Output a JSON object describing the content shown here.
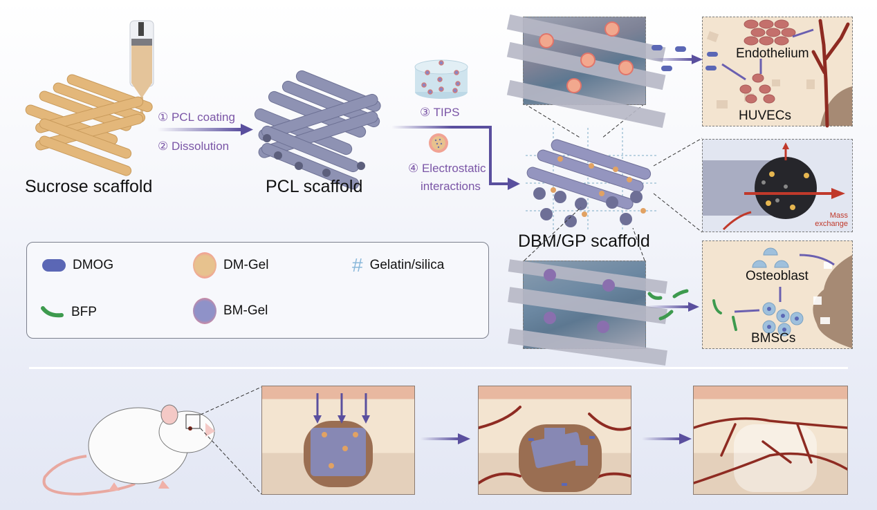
{
  "stages": {
    "sucrose": "Sucrose scaffold",
    "pcl": "PCL scaffold",
    "dbm": "DBM/GP scaffold"
  },
  "steps": {
    "s1": "① PCL coating",
    "s2": "② Dissolution",
    "s3": "③ TIPS",
    "s4_line1": "④ Electrostatic",
    "s4_line2": "interactions"
  },
  "panels": {
    "angio": {
      "top": "Endothelium",
      "bottom": "HUVECs"
    },
    "mass": {
      "line1": "Mass",
      "line2": "exchange"
    },
    "osteo": {
      "top": "Osteoblast",
      "bottom": "BMSCs"
    }
  },
  "legend": {
    "items": [
      {
        "label": "DMOG",
        "icon": "dmog-capsule-icon"
      },
      {
        "label": "DM-Gel",
        "icon": "dm-gel-sphere-icon"
      },
      {
        "label": "Gelatin/silica",
        "icon": "gelatin-mesh-icon"
      },
      {
        "label": "BFP",
        "icon": "bfp-peptide-icon"
      },
      {
        "label": "BM-Gel",
        "icon": "bm-gel-sphere-icon"
      }
    ]
  },
  "colors": {
    "arrow": "#5a4f9e",
    "step_text": "#7a55a6",
    "dmog": "#5b67b5",
    "bfp": "#3d9a4e",
    "vessel": "#8e2b22",
    "bone_bg": "#f3e4d0",
    "mass_text": "#c0392b"
  }
}
